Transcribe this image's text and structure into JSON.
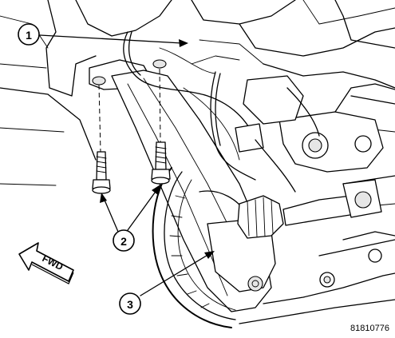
{
  "callouts": [
    {
      "number": "1"
    },
    {
      "number": "2"
    },
    {
      "number": "3"
    }
  ],
  "direction_label": "FWD",
  "figure_id": "81810776"
}
